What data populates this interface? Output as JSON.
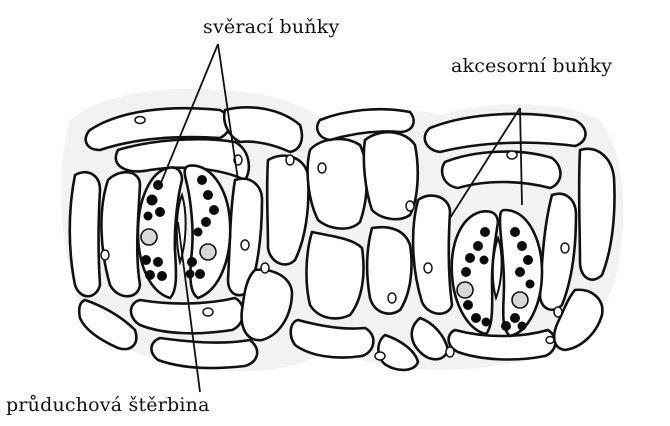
{
  "labels": {
    "guard_cells": "svěrací buňky",
    "accessory_cells": "akcesorní buňky",
    "stomatal_pore": "průduchová štěrbina"
  },
  "colors": {
    "background": "#ffffff",
    "tissue": "#f2f2f2",
    "ink": "#111111",
    "chloroplast": "#0a0a0a",
    "nucleus_fill": "#d9d9d9"
  }
}
